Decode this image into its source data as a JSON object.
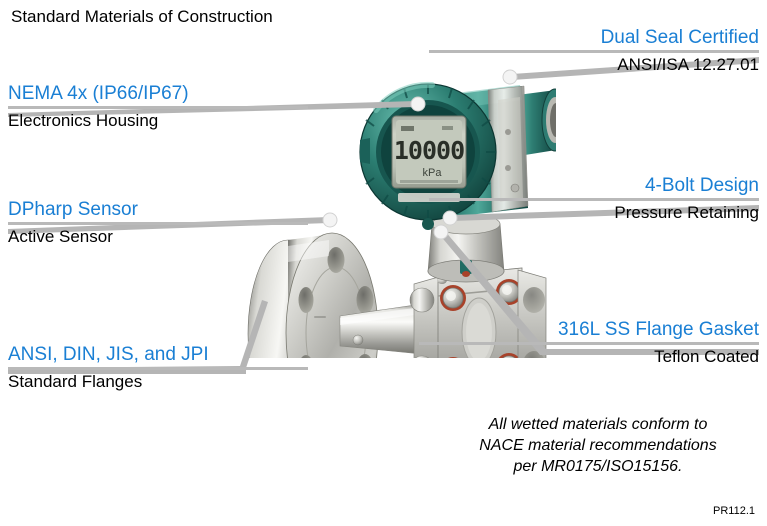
{
  "page": {
    "title_text": "Standard Materials of Construction",
    "corner_code": "PR112.1",
    "accent_color": "#1a7fd4",
    "rule_color": "#b9b9b9",
    "leader_color": "#b5b5b5",
    "background": "#ffffff"
  },
  "callouts": [
    {
      "id": "electronics-housing",
      "heading": "NEMA 4x (IP66/IP67)",
      "subtitle": "Electronics Housing",
      "side": "left"
    },
    {
      "id": "dpharp-sensor",
      "heading": "DPharp Sensor",
      "subtitle": "Active Sensor",
      "side": "left"
    },
    {
      "id": "standard-flanges",
      "heading": "ANSI, DIN, JIS, and JPI",
      "subtitle": "Standard Flanges",
      "side": "left"
    },
    {
      "id": "dual-seal",
      "heading": "Dual Seal Certified",
      "subtitle": "ANSI/ISA 12.27.01",
      "side": "right"
    },
    {
      "id": "four-bolt",
      "heading": "4-Bolt Design",
      "subtitle": "Pressure Retaining",
      "side": "right"
    },
    {
      "id": "flange-gasket",
      "heading": "316L SS Flange Gasket",
      "subtitle": "Teflon Coated",
      "side": "right"
    }
  ],
  "footnote": {
    "line1": "All wetted materials conform to",
    "line2": "NACE material recommendations",
    "line3": "per MR0175/ISO15156."
  },
  "device": {
    "name": "differential-pressure-transmitter",
    "display_value": "10000",
    "display_units": "kPa",
    "housing_color": "#1f6b63",
    "housing_color_light": "#3f9389",
    "housing_color_dark": "#123f3a",
    "metal_color": "#b9b9b4",
    "metal_light": "#e4e4e0",
    "metal_dark": "#7e7e79",
    "gasket_ring_color": "#a8422a"
  }
}
